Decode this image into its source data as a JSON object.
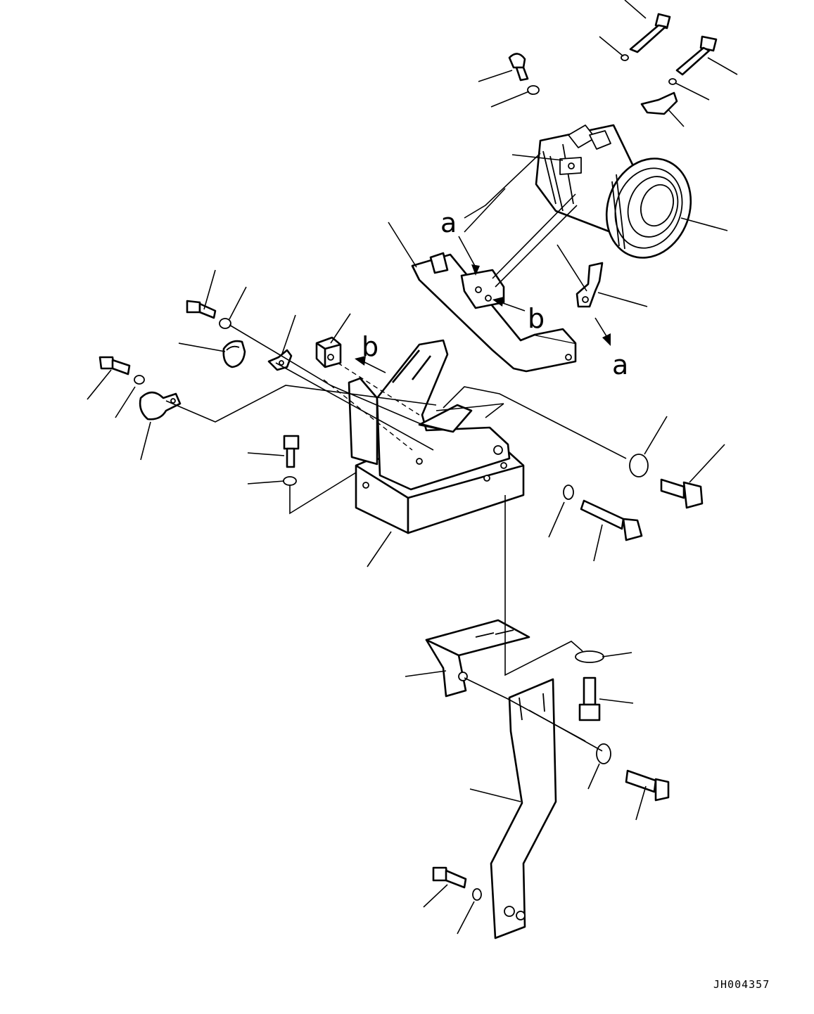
{
  "diagram": {
    "drawing_code": "JH004357",
    "view_markers": {
      "a_top": "a",
      "a_bottom": "a",
      "b_right": "b",
      "b_left": "b"
    }
  }
}
